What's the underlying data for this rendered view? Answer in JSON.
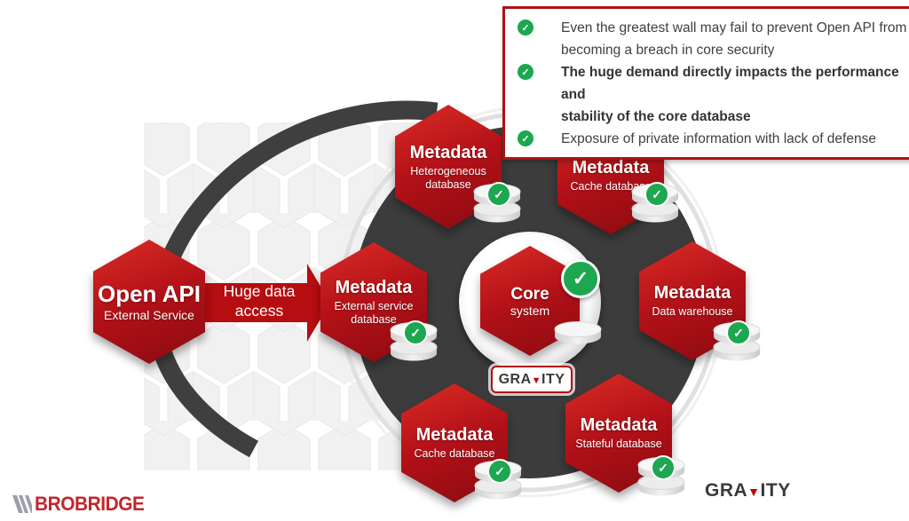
{
  "colors": {
    "accent_red": "#b01114",
    "hex_red_light": "#da2c25",
    "hex_red_dark": "#8a0b10",
    "dark_circle": "#3c3c3c",
    "green_check": "#1ca750",
    "brobridge_red": "#c1272d"
  },
  "callout": {
    "items": [
      {
        "line1": "Even the greatest wall may fail to prevent Open API from",
        "line2": "becoming a breach in core security",
        "emphasis": "normal"
      },
      {
        "line1": "The huge demand directly impacts the performance and",
        "line2": "stability of the core database",
        "emphasis": "bold"
      },
      {
        "line1": "Exposure of private information with lack of defense",
        "line2": "",
        "emphasis": "normal"
      }
    ]
  },
  "open_api": {
    "title": "Open API",
    "subtitle": "External Service"
  },
  "arrow": {
    "line1": "Huge data",
    "line2": "access"
  },
  "core": {
    "title": "Core",
    "subtitle": "system"
  },
  "nodes": [
    {
      "title": "Metadata",
      "subtitle": "Heterogeneous database"
    },
    {
      "title": "Metadata",
      "subtitle": "Cache database"
    },
    {
      "title": "Metadata",
      "subtitle": "External service database"
    },
    {
      "title": "Metadata",
      "subtitle": "Data warehouse"
    },
    {
      "title": "Metadata",
      "subtitle": "Cache database"
    },
    {
      "title": "Metadata",
      "subtitle": "Stateful database"
    }
  ],
  "logos": {
    "brobridge": "BROBRIDGE",
    "gravity_pre": "GRA",
    "gravity_tri": "▼",
    "gravity_post": "ITY"
  },
  "icons": {
    "check": "✓"
  }
}
